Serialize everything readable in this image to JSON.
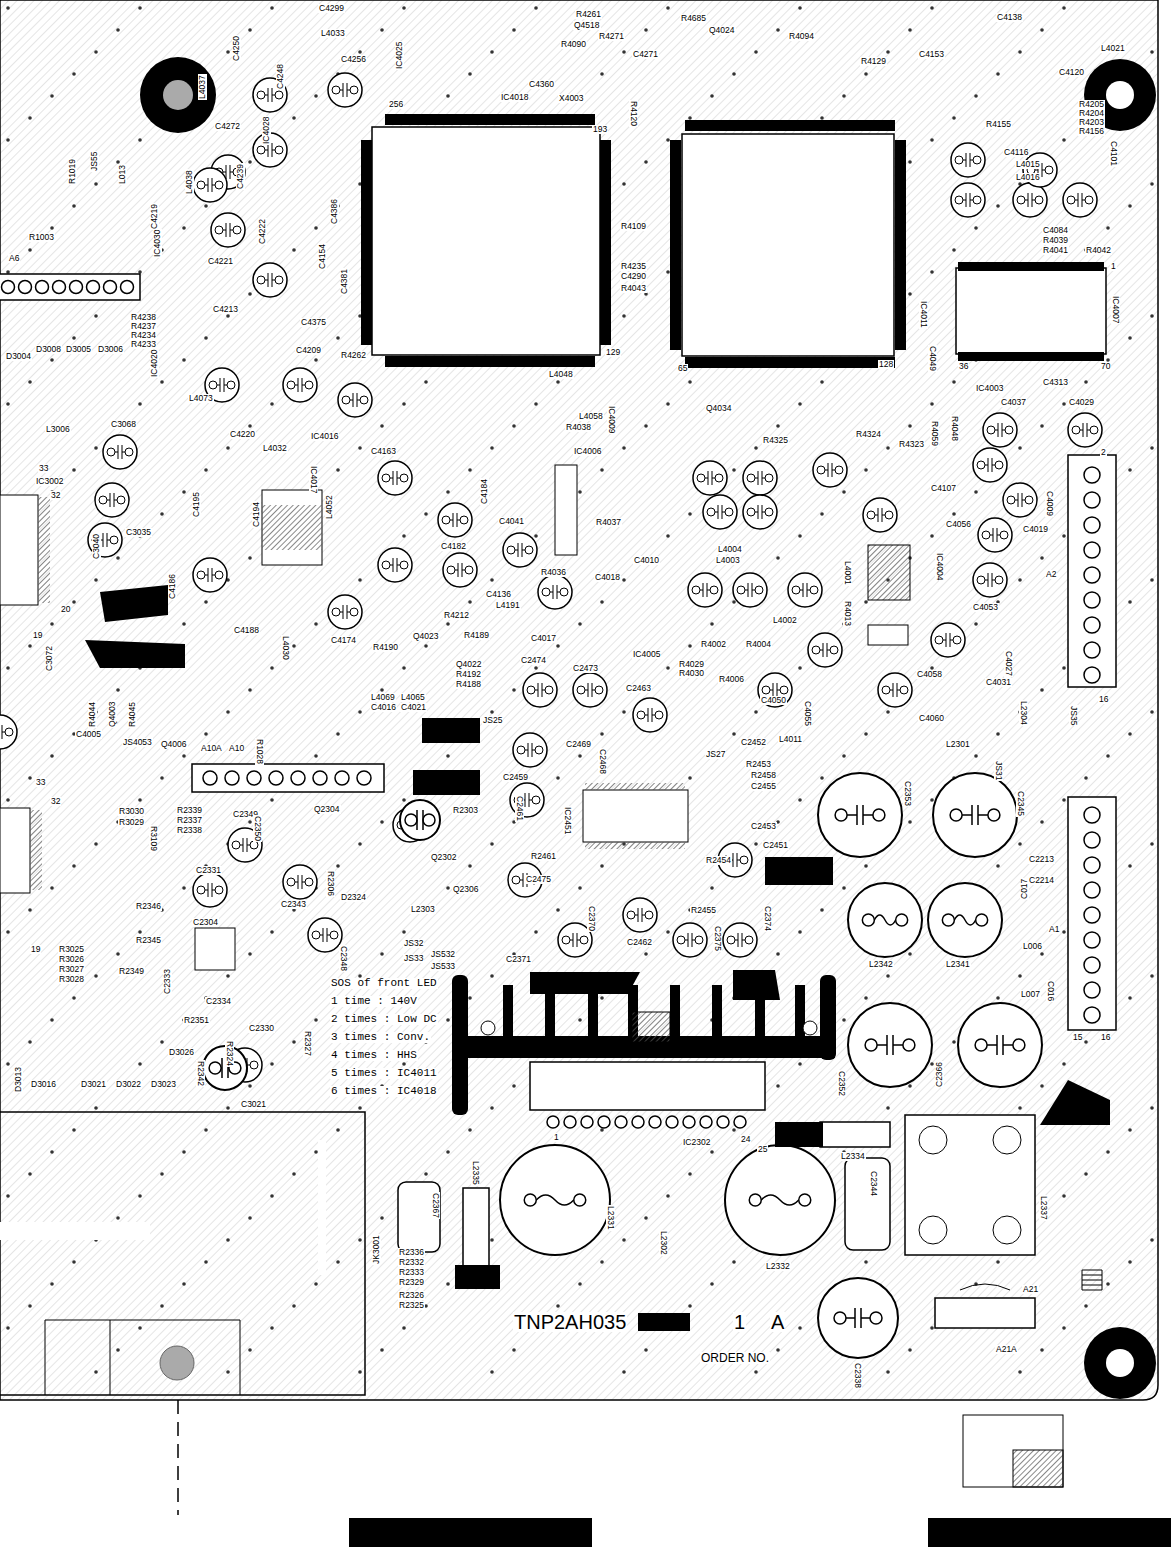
{
  "diagram": {
    "labels": [
      "C4299",
      "L4033",
      "IC4025",
      "R4261",
      "Q4518",
      "R4271",
      "R4685",
      "Q4024",
      "R4094",
      "C4138",
      "L4021",
      "C4120",
      "R4205",
      "R4204",
      "R4203",
      "R4156",
      "C4256",
      "C4250",
      "IC4018",
      "X4003",
      "C4360",
      "R4090",
      "C4271",
      "C4153",
      "R4129",
      "R4155",
      "C4116",
      "L4015",
      "L4016",
      "C4101",
      "C4084",
      "R4039",
      "R4041",
      "R4042",
      "IC4007",
      "IC4003",
      "C4313",
      "C4037",
      "C4029",
      "R4323",
      "R4324",
      "R4325",
      "Q4034",
      "R4038",
      "L4058",
      "L4048",
      "R4262",
      "C4209",
      "C4375",
      "L4073",
      "C4220",
      "IC4016",
      "L4032",
      "IC4017",
      "C4195",
      "C4186",
      "C4188",
      "L4030",
      "C4174",
      "R4190",
      "R4212",
      "Q4023",
      "R4189",
      "C4136",
      "L4191",
      "C4017",
      "C4041",
      "C4182",
      "IC4006",
      "R4037",
      "R4036",
      "C4018",
      "C4010",
      "L4003",
      "L4004",
      "IC4005",
      "R4029",
      "R4030",
      "R4006",
      "R4002",
      "R4004",
      "L4002",
      "L4001",
      "R4013",
      "IC4004",
      "C4107",
      "C4056",
      "C4053",
      "C4058",
      "C4060",
      "C4031",
      "C4009",
      "C4019",
      "A2",
      "16",
      "2",
      "C4050",
      "C4055",
      "L4011",
      "C2474",
      "C2473",
      "C2463",
      "JS25",
      "Q4022",
      "R4192",
      "R4188",
      "L4069",
      "L4065",
      "C4016",
      "C4021",
      "A10A",
      "A10",
      "C2469",
      "C2459",
      "C2461",
      "C2468",
      "JS27",
      "C2452",
      "R2453",
      "R2458",
      "C2455",
      "C2453",
      "C2451",
      "IC2451",
      "R2461",
      "C2475",
      "R2454",
      "R2455",
      "C2353",
      "C2345",
      "C2213",
      "C2214",
      "L006",
      "L007",
      "A1",
      "L2342",
      "L2341",
      "C2352",
      "C2366",
      "L2334",
      "L2337",
      "C2344",
      "L2332",
      "L2331",
      "L2302",
      "IC2302",
      "1",
      "24",
      "25",
      "L2335",
      "C2367",
      "JK3001",
      "R2336",
      "R2332",
      "R2333",
      "R2329",
      "R2326",
      "R2325",
      "TNP2AH035",
      "1",
      "A",
      "ORDER NO.",
      "C2338",
      "A21",
      "A21A",
      "SOS of front LED",
      "1 time  : 140V",
      "2 times : Low DC",
      "3 times : Conv.",
      "4 times : HHS",
      "5 times : IC4011",
      "6 times : IC4018",
      "C2349",
      "R2339",
      "R2337",
      "R2338",
      "Q2304",
      "R2303",
      "C2343",
      "C2331",
      "R2346",
      "C2304",
      "R2345",
      "R2349",
      "C2348",
      "D2324",
      "Q2306",
      "Q2302",
      "L2303",
      "JS32",
      "JS33",
      "C2334",
      "C2330",
      "C3021",
      "R2327",
      "R2351",
      "D3026",
      "C2462",
      "C2370",
      "C2371",
      "C2375",
      "C2374",
      "R3030",
      "R3029",
      "R3109",
      "R3025",
      "R3026",
      "R3027",
      "R3028",
      "D3004",
      "D3008",
      "D3005",
      "D3006",
      "L3006",
      "C3068",
      "IC3002",
      "33",
      "32",
      "C3035",
      "C3040",
      "20",
      "19",
      "C3072",
      "R4044",
      "Q4003",
      "R4045",
      "R4238",
      "R4237",
      "R4234",
      "R4233",
      "IC4020",
      "IC4030",
      "A6",
      "L013",
      "JS55",
      "R1019",
      "R1003",
      "C4219",
      "L4038",
      "C4239",
      "C4248",
      "C4272",
      "L4037",
      "IC4028",
      "C4221",
      "C4213",
      "C4222",
      "C4154",
      "C4381",
      "C4386",
      "C4163",
      "C4184",
      "L4052",
      "C4194",
      "IC4011",
      "IC4009",
      "C4290",
      "R4043",
      "R4109",
      "R4235",
      "R4120",
      "256",
      "193",
      "129",
      "65",
      "128",
      "70",
      "36",
      "1",
      "D3016",
      "D3021",
      "D3022",
      "D3023",
      "C017",
      "C016",
      "L2301",
      "JS31",
      "JS35",
      "L2304",
      "15",
      "16",
      "C4005",
      "JS4053",
      "Q4006",
      "R1028",
      "C4027",
      "R4059",
      "R4048",
      "C4049",
      "33",
      "32",
      "19",
      "JS533",
      "JS532",
      "R2306",
      "C2350",
      "C2333",
      "R2342",
      "R2324",
      "D3013"
    ]
  }
}
